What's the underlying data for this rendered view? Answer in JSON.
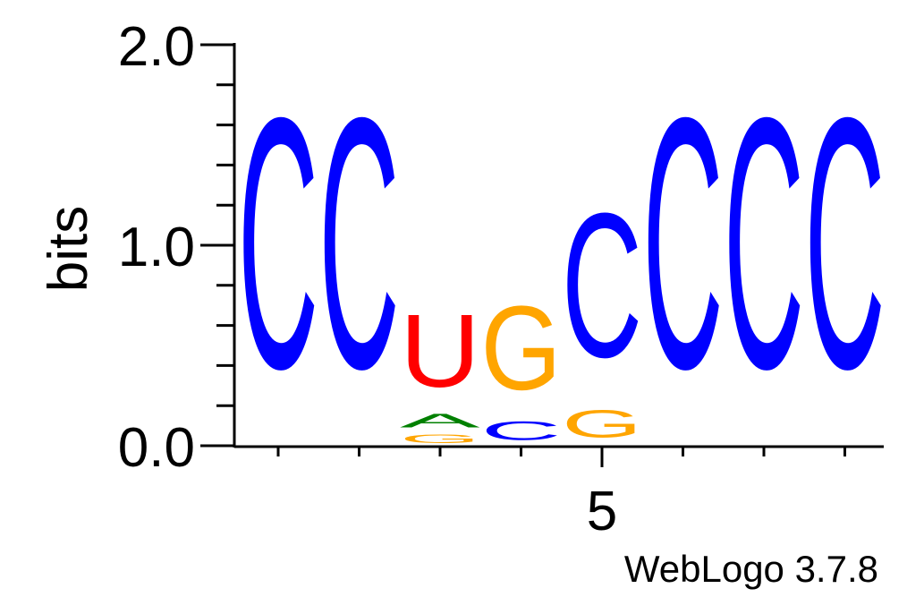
{
  "chart_data": {
    "type": "sequence-logo",
    "ylabel": "bits",
    "ylim": [
      0,
      2
    ],
    "y_ticks": [
      "0.0",
      "1.0",
      "2.0"
    ],
    "x_tick_labels": [
      {
        "position": 5,
        "label": "5"
      }
    ],
    "positions": [
      1,
      2,
      3,
      4,
      5,
      6,
      7,
      8
    ],
    "stacks": [
      {
        "position": 1,
        "letters": [
          {
            "letter": "C",
            "bits": 2.0
          }
        ]
      },
      {
        "position": 2,
        "letters": [
          {
            "letter": "C",
            "bits": 2.0
          }
        ]
      },
      {
        "position": 3,
        "letters": [
          {
            "letter": "G",
            "bits": 0.07
          },
          {
            "letter": "A",
            "bits": 0.11
          },
          {
            "letter": "U",
            "bits": 0.58
          }
        ]
      },
      {
        "position": 4,
        "letters": [
          {
            "letter": "C",
            "bits": 0.15
          },
          {
            "letter": "G",
            "bits": 0.67
          }
        ]
      },
      {
        "position": 5,
        "letters": [
          {
            "letter": "G",
            "bits": 0.22
          },
          {
            "letter": "C",
            "bits": 1.15
          }
        ]
      },
      {
        "position": 6,
        "letters": [
          {
            "letter": "C",
            "bits": 2.0
          }
        ]
      },
      {
        "position": 7,
        "letters": [
          {
            "letter": "C",
            "bits": 2.0
          }
        ]
      },
      {
        "position": 8,
        "letters": [
          {
            "letter": "C",
            "bits": 2.0
          }
        ]
      }
    ],
    "colors": {
      "C": "#0000ff",
      "G": "#ffa500",
      "U": "#ff0000",
      "A": "#008000"
    }
  },
  "footer": {
    "credit": "WebLogo 3.7.8"
  }
}
